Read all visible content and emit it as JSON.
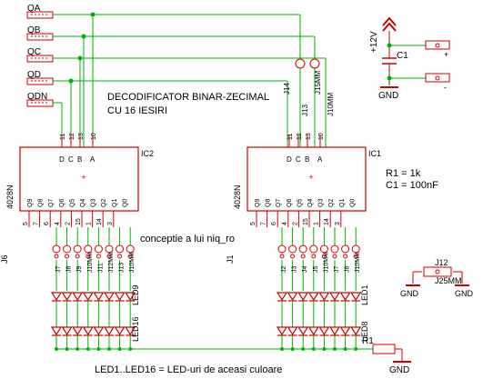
{
  "inputs": [
    "QA",
    "QB",
    "QC",
    "QD",
    "QDN"
  ],
  "title": {
    "line1": "DECODIFICATOR BINAR-ZECIMAL",
    "line2": "CU 16 IESIRI"
  },
  "ic2": {
    "name": "IC2",
    "part": "4028N",
    "inputs": [
      "D",
      "C",
      "B",
      "A"
    ],
    "input_pins": [
      "11",
      "12",
      "13",
      "10"
    ],
    "outputs": [
      "Q9",
      "Q8",
      "Q7",
      "Q6",
      "Q5",
      "Q4",
      "Q3",
      "Q2",
      "Q1",
      "Q0"
    ],
    "output_pins": [
      "5",
      "7",
      "6",
      "4",
      "2",
      "15",
      "1",
      "14",
      "3"
    ]
  },
  "ic1": {
    "name": "IC1",
    "part": "4028N",
    "inputs": [
      "D",
      "C",
      "B",
      "A"
    ],
    "input_pins": [
      "11",
      "12",
      "13",
      "10"
    ],
    "outputs": [
      "Q9",
      "Q8",
      "Q7",
      "Q6",
      "Q5",
      "Q4",
      "Q3",
      "Q2",
      "Q1",
      "Q0"
    ],
    "output_pins": [
      "5",
      "7",
      "6",
      "4",
      "2",
      "15",
      "1",
      "14",
      "3"
    ]
  },
  "jumpers": {
    "j14": "J14",
    "j15": "J15MM",
    "j13": "J13",
    "j10": "J10MM",
    "j6": "J6",
    "j1": "J1",
    "j12": "J12",
    "j25": "J25MM"
  },
  "jumper_labels_left": [
    "J7",
    "J8",
    "J9",
    "J10MM",
    "J11",
    "J12MM",
    "J13",
    "J10MM"
  ],
  "jumper_labels_right": [
    "J2",
    "J3",
    "J4",
    "J5",
    "J10MM",
    "J7",
    "J8",
    "J10MM"
  ],
  "power": {
    "vcc": "+12V",
    "cap": "C1",
    "gnd": "GND",
    "plus": "+",
    "minus": "-"
  },
  "values": {
    "r1": "R1 = 1k",
    "c1": "C1 = 100nF"
  },
  "credit": "conceptie a lui niq_ro",
  "leds_left": {
    "top": [
      "LED9"
    ],
    "bottom": [
      "LED16"
    ]
  },
  "leds_right": {
    "top": [
      "LED1"
    ],
    "bottom": [
      "LED8"
    ]
  },
  "resistor": "R1",
  "gnd_labels": [
    "GND",
    "GND",
    "GND",
    "GND"
  ],
  "note": "LED1..LED16 = LED-uri de aceasi culoare",
  "colors": {
    "wire": "#00b300",
    "part": "#cc0000",
    "text_net": "#000000",
    "junction": "#00b300",
    "label_green": "#008000"
  }
}
